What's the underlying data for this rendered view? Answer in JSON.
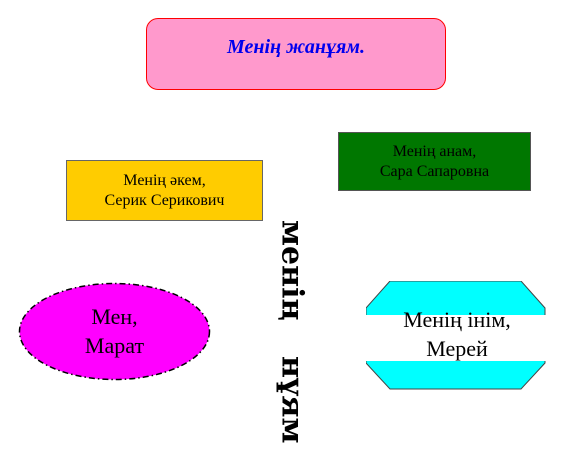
{
  "title": "Менің жанұям.",
  "father": {
    "line1": "Менің әкем,",
    "line2": "Серик Серикович"
  },
  "mother": {
    "line1": "Менің анам,",
    "line2": "Сара Сапаровна"
  },
  "me": {
    "line1": "Мен,",
    "line2": "Марат"
  },
  "brother": {
    "line1": "Менің інім,",
    "line2": "Мерей"
  },
  "vertical_text": {
    "top": "менің",
    "bottom": "нұям"
  },
  "colors": {
    "title_fill": "#ff99cc",
    "title_text": "#0000ee",
    "father_fill": "#ffcc00",
    "mother_fill": "#007700",
    "me_fill": "#ff00ff",
    "brother_fill": "#00ffff"
  }
}
